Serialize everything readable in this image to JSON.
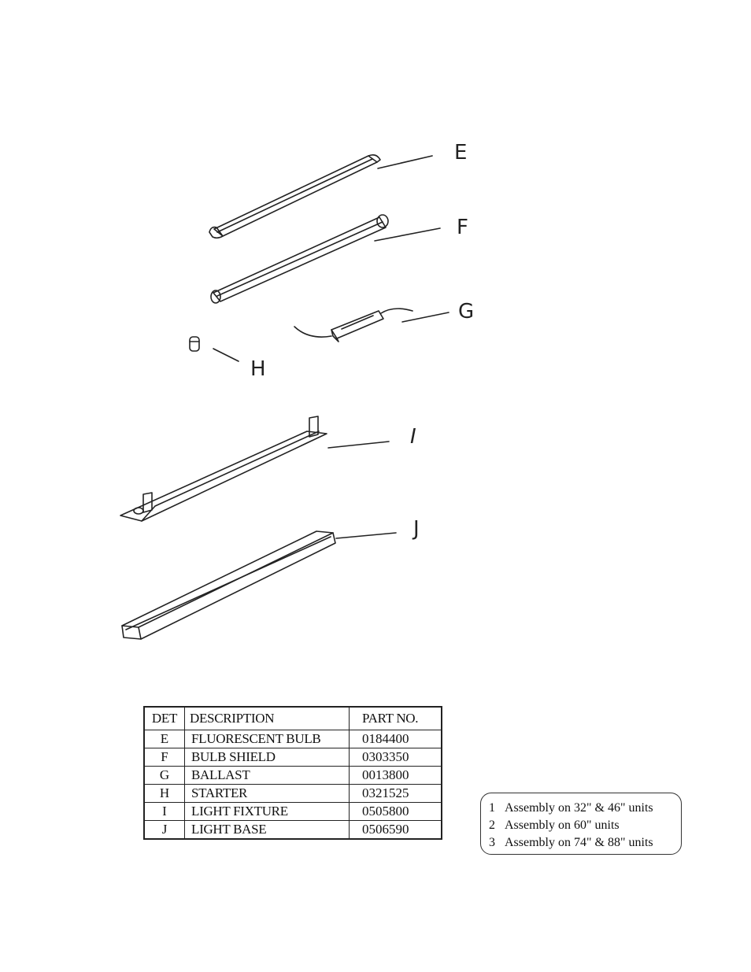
{
  "callouts": {
    "e": "E",
    "f": "F",
    "g": "G",
    "h": "H",
    "i": "I",
    "j": "J"
  },
  "parts_table": {
    "headers": {
      "det": "DET",
      "description": "DESCRIPTION",
      "part_no": "PART NO."
    },
    "rows": [
      {
        "det": "E",
        "description": "FLUORESCENT BULB",
        "part_no": "0184400"
      },
      {
        "det": "F",
        "description": "BULB SHIELD",
        "part_no": "0303350"
      },
      {
        "det": "G",
        "description": "BALLAST",
        "part_no": "0013800"
      },
      {
        "det": "H",
        "description": "STARTER",
        "part_no": "0321525"
      },
      {
        "det": "I",
        "description": "LIGHT FIXTURE",
        "part_no": "0505800"
      },
      {
        "det": "J",
        "description": "LIGHT BASE",
        "part_no": "0506590"
      }
    ]
  },
  "assembly_notes": [
    {
      "num": "1",
      "text": "Assembly on 32\" & 46\" units"
    },
    {
      "num": "2",
      "text": "Assembly on 60\" units"
    },
    {
      "num": "3",
      "text": "Assembly on 74\" & 88\" units"
    }
  ]
}
